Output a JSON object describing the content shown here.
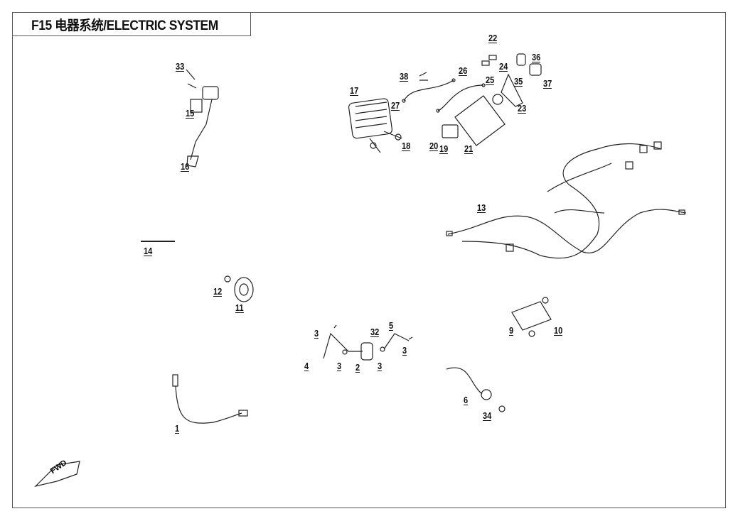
{
  "title": "F15 电器系统/ELECTRIC SYSTEM",
  "fwd_label": "FWD",
  "labels": [
    "33",
    "15",
    "16",
    "14",
    "12",
    "11",
    "1",
    "17",
    "27",
    "38",
    "26",
    "22",
    "25",
    "24",
    "36",
    "35",
    "37",
    "23",
    "18",
    "20",
    "19",
    "21",
    "13",
    "3",
    "32",
    "5",
    "4",
    "3",
    "2",
    "3",
    "3",
    "9",
    "10",
    "6",
    "34"
  ]
}
